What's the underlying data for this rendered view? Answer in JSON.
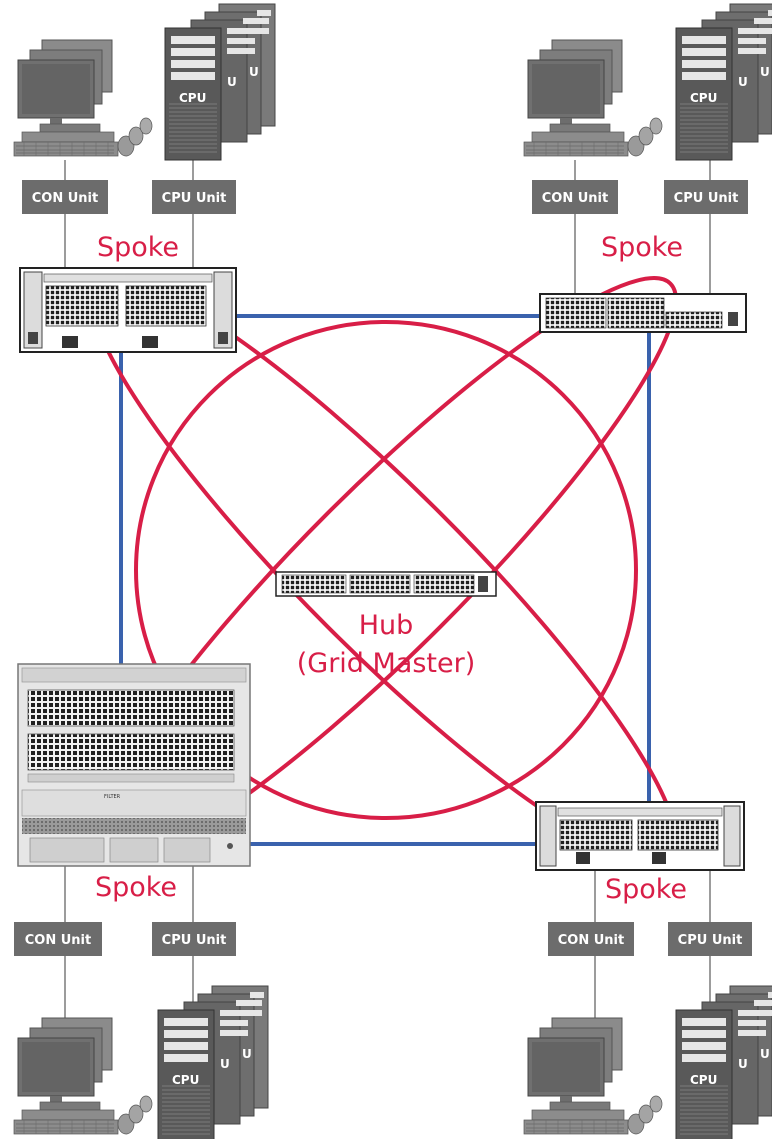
{
  "hub": {
    "title": "Hub",
    "subtitle": "(Grid Master)"
  },
  "spokes": {
    "top_left": {
      "label": "Spoke",
      "con_unit": "CON Unit",
      "cpu_unit": "CPU Unit",
      "cpu_text": "CPU",
      "u1": "U",
      "u2": "U"
    },
    "top_right": {
      "label": "Spoke",
      "con_unit": "CON Unit",
      "cpu_unit": "CPU Unit",
      "cpu_text": "CPU",
      "u1": "U",
      "u2": "U"
    },
    "bottom_left": {
      "label": "Spoke",
      "con_unit": "CON Unit",
      "cpu_unit": "CPU Unit",
      "cpu_text": "CPU",
      "u1": "U",
      "u2": "U"
    },
    "bottom_right": {
      "label": "Spoke",
      "con_unit": "CON Unit",
      "cpu_unit": "CPU Unit",
      "cpu_text": "CPU",
      "u1": "U",
      "u2": "U"
    }
  },
  "chassis_labels": {
    "filter": "FILTER"
  },
  "colors": {
    "ring": "#d81e47",
    "frame": "#3a62ad",
    "unit_box": "#6c6c6c",
    "device_gray": "#8a8a8a"
  }
}
